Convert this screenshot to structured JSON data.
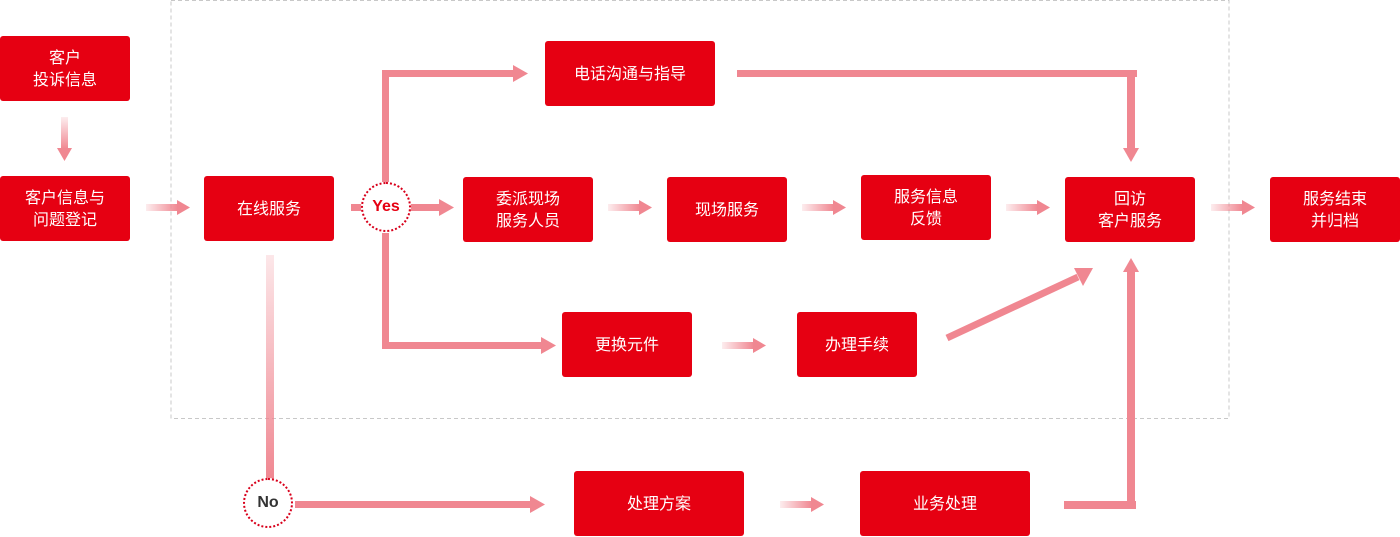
{
  "colors": {
    "box": "#e60012",
    "arrow": "#f08791",
    "dash_frame": "#c8c8c8",
    "decision_border": "#d8001b"
  },
  "nodes": {
    "complaint_info": "客户\n投诉信息",
    "register": "客户信息与\n问题登记",
    "online_service": "在线服务",
    "phone_guidance": "电话沟通与指导",
    "dispatch_staff": "委派现场\n服务人员",
    "onsite_service": "现场服务",
    "feedback": "服务信息\n反馈",
    "return_visit": "回访\n客户服务",
    "service_end": "服务结束\n并归档",
    "replace_parts": "更换元件",
    "procedures": "办理手续",
    "solution": "处理方案",
    "business_processing": "业务处理"
  },
  "decisions": {
    "yes": "Yes",
    "no": "No"
  }
}
